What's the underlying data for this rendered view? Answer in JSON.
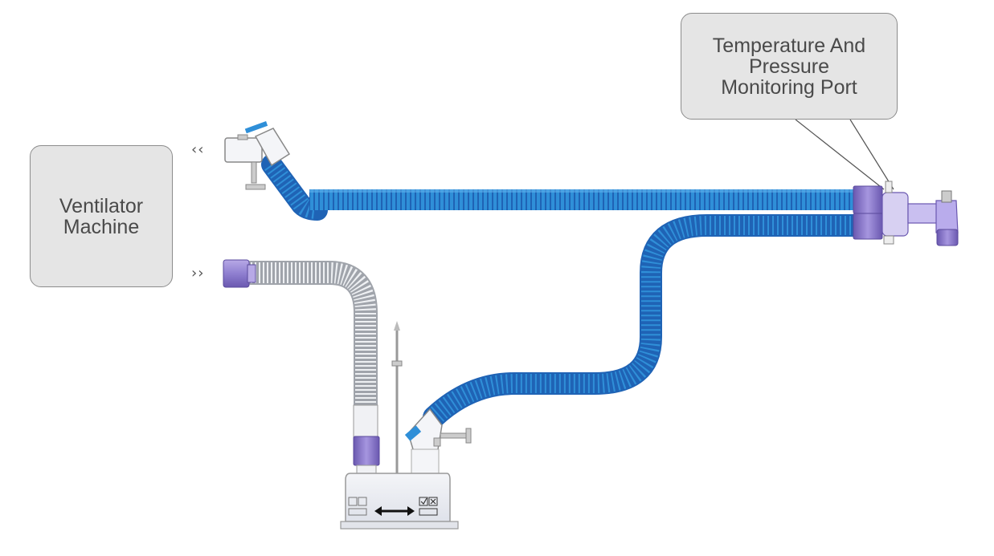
{
  "ventilator_box": {
    "line1": "Ventilator",
    "line2": "Machine"
  },
  "port_box": {
    "line1": "Temperature And",
    "line2": "Pressure",
    "line3": "Monitoring Port"
  },
  "arrows": {
    "outgoing": "‹‹",
    "incoming": "››"
  },
  "colors": {
    "blue_tube": "#2f8fd8",
    "blue_tube_dark": "#1f63b5",
    "white_tube": "#eef0f3",
    "connector_purple": "#7f6bc4",
    "connector_purple_light": "#b7a9e6",
    "box_fill": "#e5e5e5",
    "box_border": "#8c8c8c",
    "text": "#4a4a4a"
  }
}
